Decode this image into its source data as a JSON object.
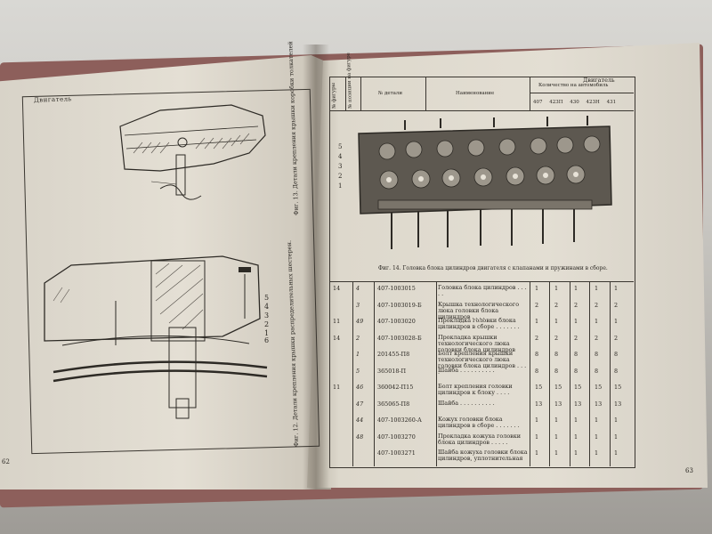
{
  "left_page": {
    "header": "Двигатель",
    "fig13_caption": "Фиг. 13. Детали крепления крышки коробки толкателей",
    "fig12_caption": "Фиг. 12. Детали крепления крышки распределительных шестерен.",
    "callouts": [
      "5",
      "4",
      "3",
      "2",
      "1",
      "6"
    ],
    "page_number": "62"
  },
  "right_page": {
    "header": "Двигатель",
    "columns": {
      "fig_no": "№ фигуры",
      "pos_no": "№ позиции на фигуре",
      "part_no": "№ детали",
      "name": "Наименование",
      "qty": "Количество на автомобиль"
    },
    "models": [
      "407",
      "423П",
      "430",
      "423Н",
      "431"
    ],
    "fig14_caption": "Фиг. 14. Головка блока цилиндров двигателя с клапанами и пружинами в сборе.",
    "rows": [
      {
        "fig": "14",
        "pos": "4",
        "part": "407-1003015",
        "name": "Головка блока цилиндров . . . . .",
        "qty": [
          "1",
          "1",
          "1",
          "1",
          "1"
        ]
      },
      {
        "fig": "",
        "pos": "3",
        "part": "407-1003019-Б",
        "name": "Крышка технологического люка головки блока цилиндров . . . .",
        "qty": [
          "2",
          "2",
          "2",
          "2",
          "2"
        ]
      },
      {
        "fig": "11",
        "pos": "49",
        "part": "407-1003020",
        "name": "Прокладка головки блока цилиндров в сборе . . . . . . .",
        "qty": [
          "1",
          "1",
          "1",
          "1",
          "1"
        ]
      },
      {
        "fig": "14",
        "pos": "2",
        "part": "407-1003028-Б",
        "name": "Прокладка крышки технологического люка головки блока цилиндров",
        "qty": [
          "2",
          "2",
          "2",
          "2",
          "2"
        ]
      },
      {
        "fig": "",
        "pos": "1",
        "part": "201455-П8",
        "name": "Болт крепления крышки технологического люка головки блока цилиндров . . . .",
        "qty": [
          "8",
          "8",
          "8",
          "8",
          "8"
        ]
      },
      {
        "fig": "",
        "pos": "5",
        "part": "365018-П",
        "name": "Шайба . . . . . . . . . .",
        "qty": [
          "8",
          "8",
          "8",
          "8",
          "8"
        ]
      },
      {
        "fig": "11",
        "pos": "46",
        "part": "360042-П15",
        "name": "Болт крепления головки цилиндров к блоку . . . .",
        "qty": [
          "15",
          "15",
          "15",
          "15",
          "15"
        ]
      },
      {
        "fig": "",
        "pos": "47",
        "part": "365065-П8",
        "name": "Шайба . . . . . . . . . .",
        "qty": [
          "13",
          "13",
          "13",
          "13",
          "13"
        ]
      },
      {
        "fig": "",
        "pos": "44",
        "part": "407-1003260-А",
        "name": "Кожух головки блока цилиндров в сборе . . . . . . .",
        "qty": [
          "1",
          "1",
          "1",
          "1",
          "1"
        ]
      },
      {
        "fig": "",
        "pos": "48",
        "part": "407-1003270",
        "name": "Прокладка кожуха головки блока цилиндров . . . . .",
        "qty": [
          "1",
          "1",
          "1",
          "1",
          "1"
        ]
      },
      {
        "fig": "",
        "pos": "",
        "part": "407-1003271",
        "name": "Шайба кожуха головки блока цилиндров, уплотнительная",
        "qty": [
          "1",
          "1",
          "1",
          "1",
          "1"
        ]
      }
    ],
    "fig14_callouts": [
      "5",
      "4",
      "3",
      "2",
      "1"
    ],
    "page_number": "63"
  }
}
